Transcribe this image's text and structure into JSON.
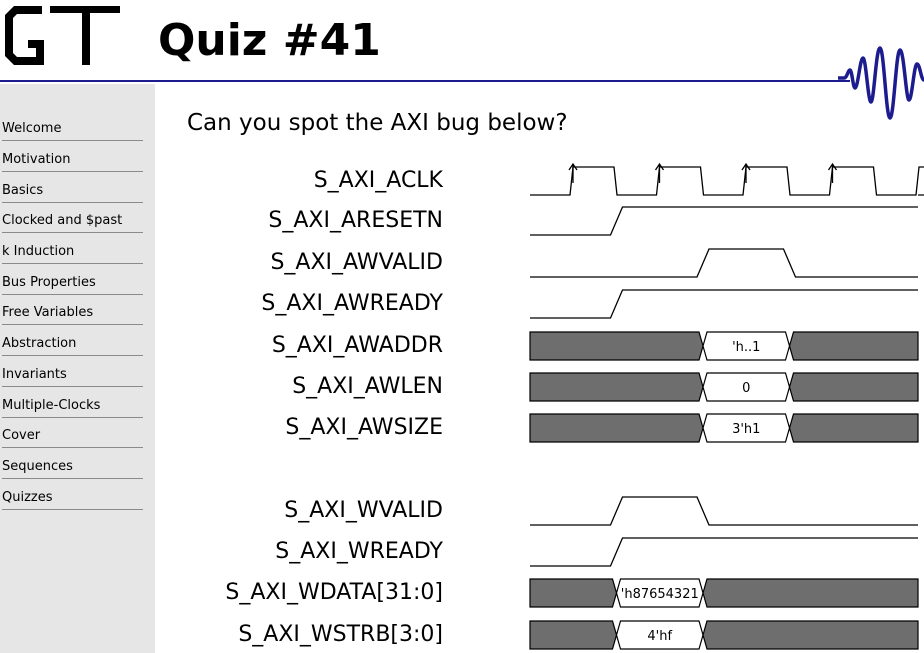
{
  "slide": {
    "title": "Quiz #41",
    "logo_text": "GT"
  },
  "sidebar": {
    "items": [
      {
        "label": "Welcome"
      },
      {
        "label": "Motivation"
      },
      {
        "label": "Basics"
      },
      {
        "label": "Clocked and $past"
      },
      {
        "label": "k Induction"
      },
      {
        "label": "Bus Properties"
      },
      {
        "label": "Free Variables"
      },
      {
        "label": "Abstraction"
      },
      {
        "label": "Invariants"
      },
      {
        "label": "Multiple-Clocks"
      },
      {
        "label": "Cover"
      },
      {
        "label": "Sequences"
      },
      {
        "label": "Quizzes"
      }
    ]
  },
  "question": "Can you spot the AXI bug below?",
  "signals": [
    {
      "name": "S_AXI_ACLK",
      "kind": "clock"
    },
    {
      "name": "S_AXI_ARESETN",
      "kind": "bit",
      "levels": "0111"
    },
    {
      "name": "S_AXI_AWVALID",
      "kind": "bit",
      "levels": "0010"
    },
    {
      "name": "S_AXI_AWREADY",
      "kind": "bit",
      "levels": "0111"
    },
    {
      "name": "S_AXI_AWADDR",
      "kind": "bus",
      "values": [
        "",
        "",
        "'h..1",
        ""
      ]
    },
    {
      "name": "S_AXI_AWLEN",
      "kind": "bus",
      "values": [
        "",
        "",
        "0",
        ""
      ]
    },
    {
      "name": "S_AXI_AWSIZE",
      "kind": "bus",
      "values": [
        "",
        "",
        "3'h1",
        ""
      ]
    },
    {
      "name": "S_AXI_WVALID",
      "kind": "bit",
      "levels": "0100"
    },
    {
      "name": "S_AXI_WREADY",
      "kind": "bit",
      "levels": "0111"
    },
    {
      "name": "S_AXI_WDATA[31:0]",
      "kind": "bus",
      "values": [
        "",
        "'h87654321",
        "",
        ""
      ]
    },
    {
      "name": "S_AXI_WSTRB[3:0]",
      "kind": "bus",
      "values": [
        "",
        "4'hf",
        "",
        ""
      ]
    }
  ],
  "colors": {
    "rule": "#1c1c8f",
    "bus_fill": "#6e6e6e",
    "sidebar_bg": "#e6e6e6"
  }
}
